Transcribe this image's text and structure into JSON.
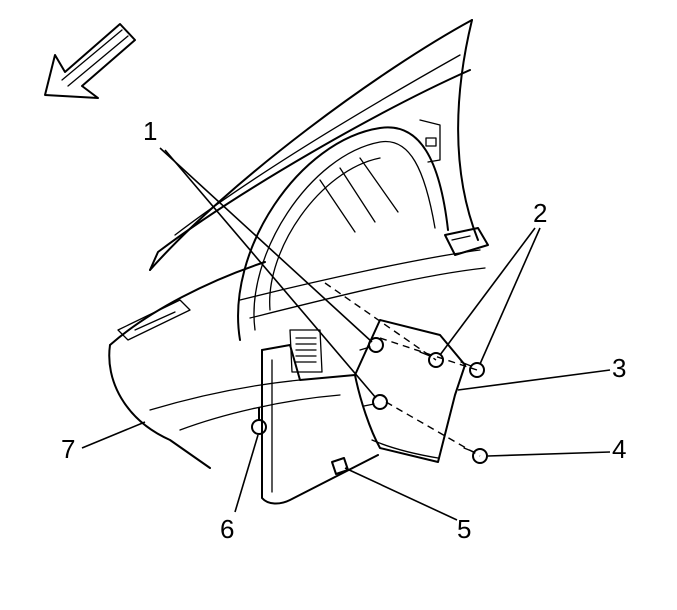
{
  "callouts": {
    "c1": "1",
    "c2": "2",
    "c3": "3",
    "c4": "4",
    "c5": "5",
    "c6": "6",
    "c7": "7"
  },
  "icons": {
    "direction_arrow": "forward-arrow-icon"
  },
  "colors": {
    "line": "#000000",
    "background": "#ffffff"
  }
}
